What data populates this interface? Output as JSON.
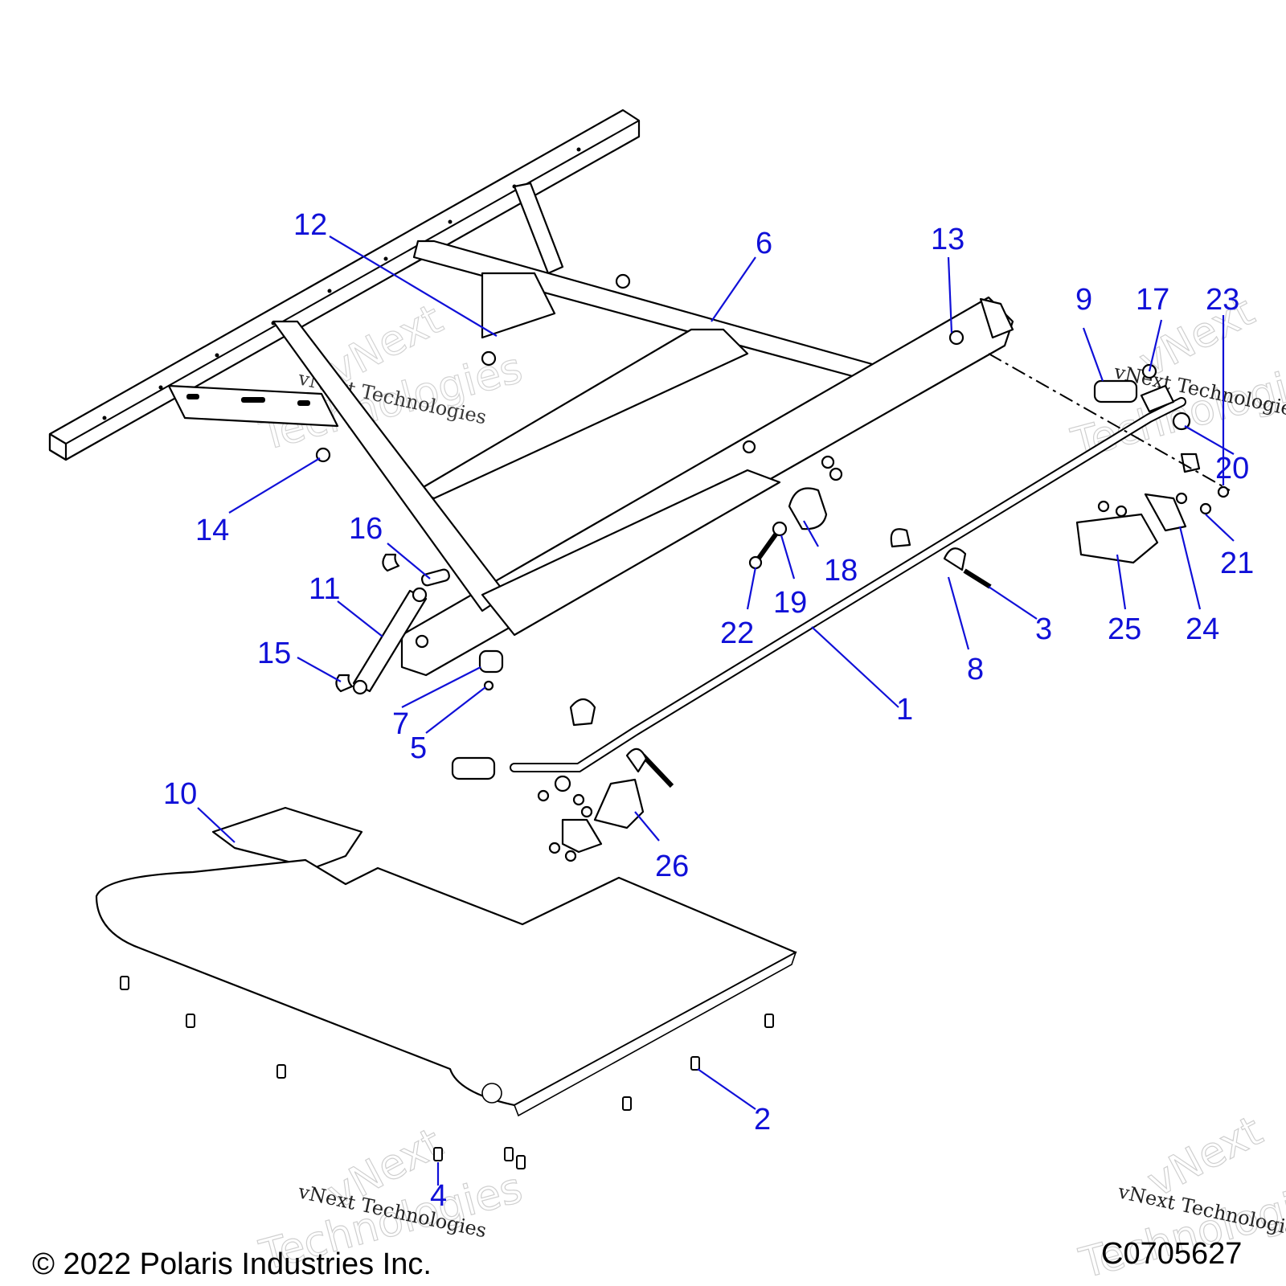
{
  "callouts": [
    "1",
    "2",
    "3",
    "4",
    "5",
    "6",
    "7",
    "8",
    "9",
    "10",
    "11",
    "12",
    "13",
    "14",
    "15",
    "16",
    "17",
    "18",
    "19",
    "20",
    "21",
    "22",
    "23",
    "24",
    "25",
    "26"
  ],
  "watermark": {
    "brand": "vNext",
    "label": "vNext Technologies",
    "outline": "Technologies"
  },
  "footer": {
    "copyright": "© 2022 Polaris Industries Inc.",
    "figure_code": "C0705627"
  },
  "colors": {
    "callout": "#1010d8",
    "line": "#000000"
  }
}
